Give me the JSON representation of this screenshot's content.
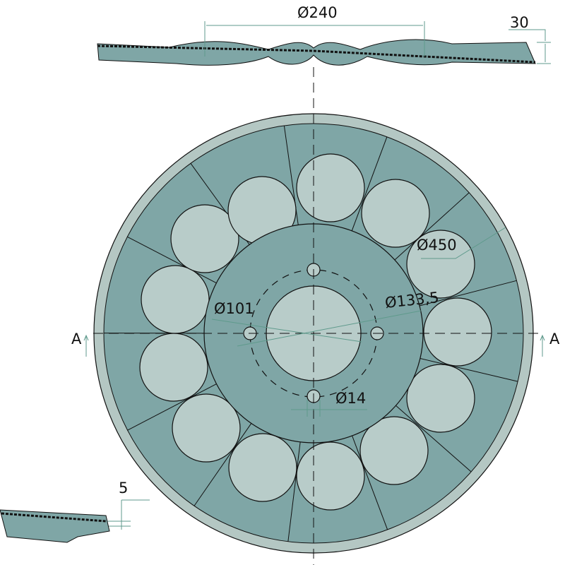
{
  "colors": {
    "body": "#7fa6a6",
    "pocket": "#b8ccc9",
    "rim": "#b4c7c3",
    "dim": "#5f9a8c",
    "line": "#111111"
  },
  "labels": {
    "dia_240": "Ø240",
    "thickness_30": "30",
    "dia_450": "Ø450",
    "dia_101": "Ø101",
    "dia_133": "Ø133,5",
    "dia_14": "Ø14",
    "section_left": "A",
    "section_right": "A",
    "edge_5": "5"
  }
}
